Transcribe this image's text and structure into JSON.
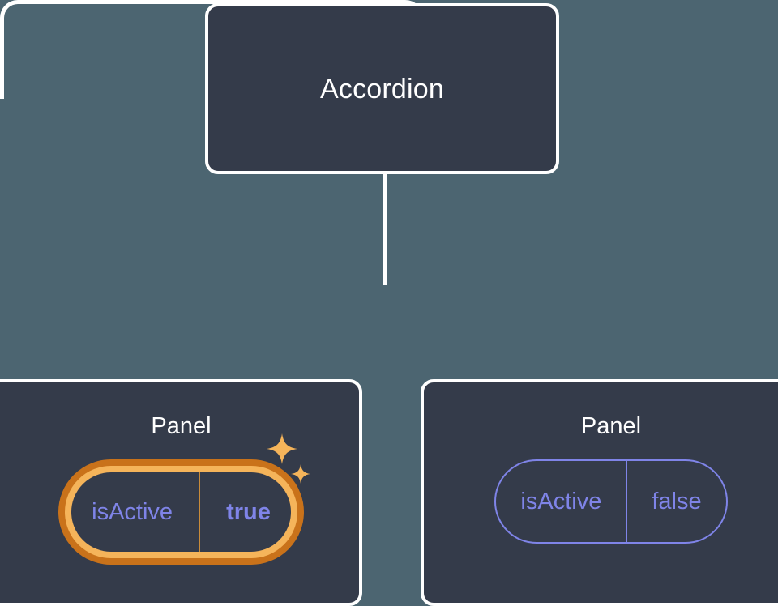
{
  "theme": {
    "background": "#4C6571",
    "node_fill": "#343B4A",
    "node_border": "#ffffff",
    "edge_color": "#ffffff",
    "prop_text": "#7F84E8",
    "prop_border": "#7F84E8",
    "highlight_outer": "#C9721A",
    "highlight_inner": "#F5B45A",
    "sparkle_color": "#F5B45A"
  },
  "tree": {
    "root": {
      "title": "Accordion"
    },
    "children": [
      {
        "title": "Panel",
        "highlighted": true,
        "prop": {
          "name": "isActive",
          "value": "true"
        },
        "sparkles": [
          "sparkle-large-icon",
          "sparkle-small-icon"
        ]
      },
      {
        "title": "Panel",
        "highlighted": false,
        "prop": {
          "name": "isActive",
          "value": "false"
        }
      }
    ]
  }
}
